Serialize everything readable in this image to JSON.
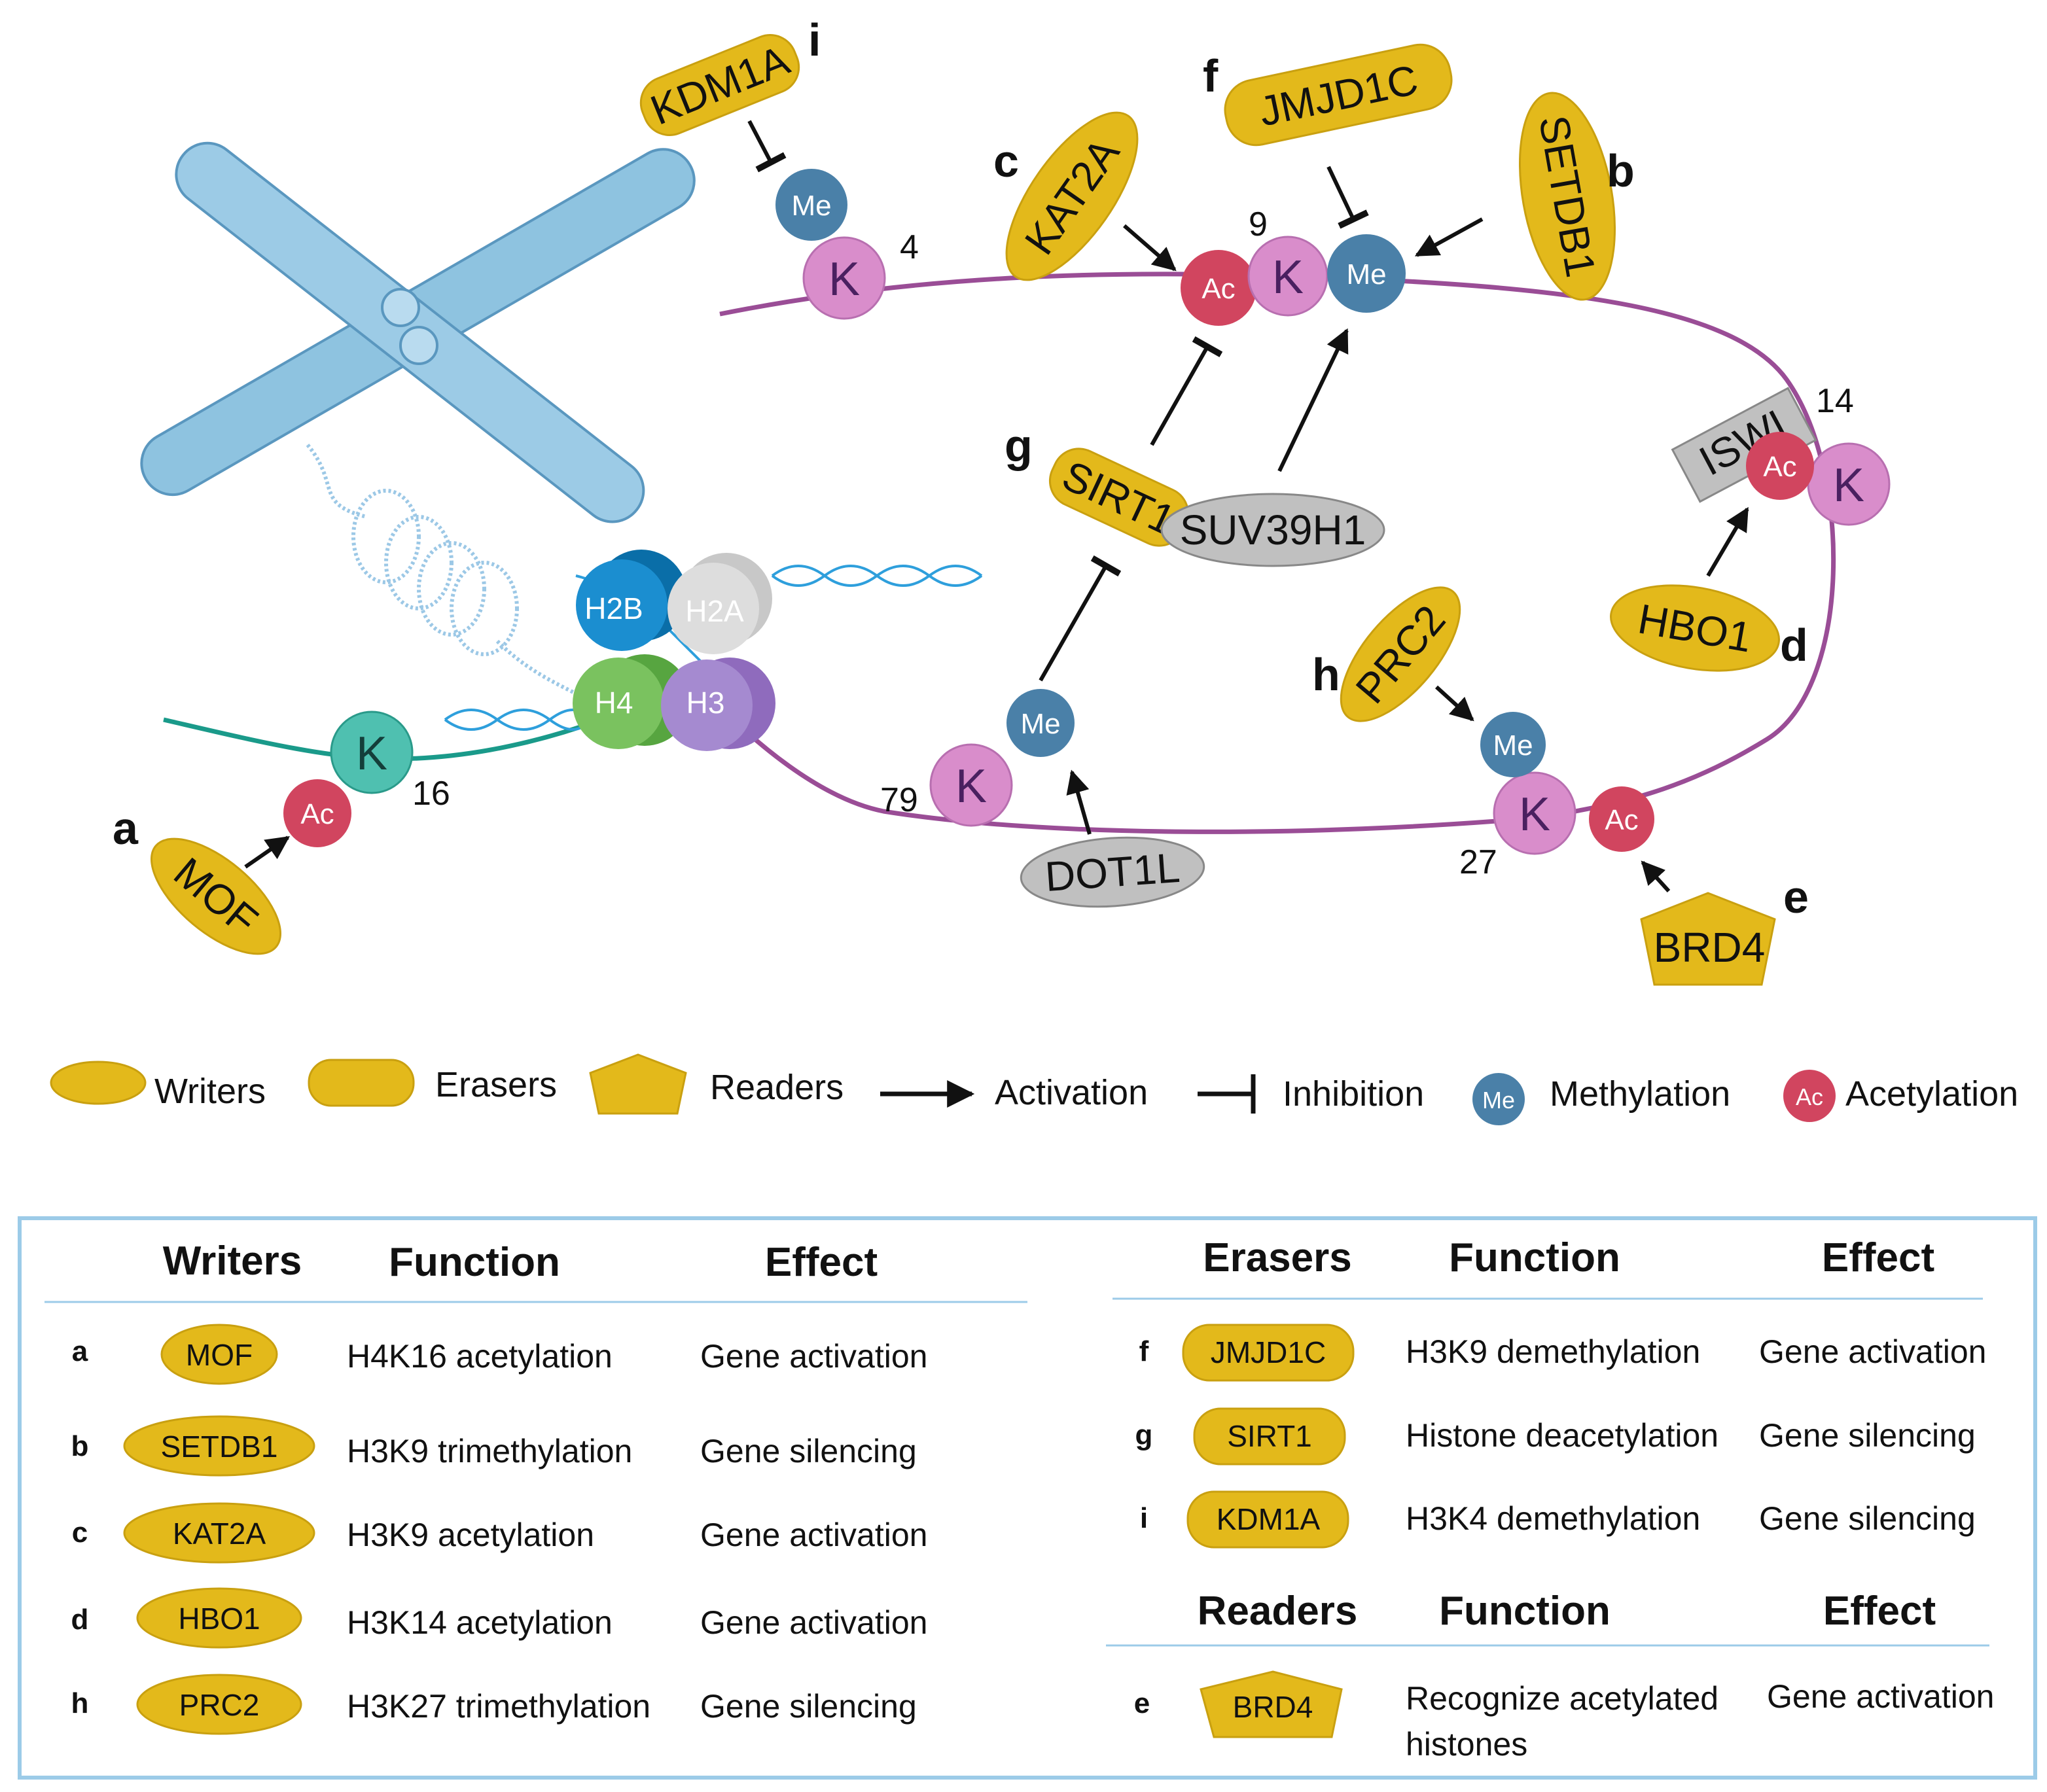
{
  "colors": {
    "enzyme_yellow": "#e3b91b",
    "grey_protein": "#c0c0c0",
    "lysine": "#d98dcb",
    "methyl": "#4a80a8",
    "acetyl": "#d1455f",
    "h3_chain": "#9a4d96",
    "h4_chain": "#1a9a8a",
    "table_border": "#9ccbe8"
  },
  "diagram": {
    "letters": {
      "a": "a",
      "b": "b",
      "c": "c",
      "d": "d",
      "e": "e",
      "f": "f",
      "g": "g",
      "h": "h",
      "i": "i"
    },
    "enzymes": {
      "KDM1A": "KDM1A",
      "JMJD1C": "JMJD1C",
      "KAT2A": "KAT2A",
      "SETDB1": "SETDB1",
      "SIRT1": "SIRT1",
      "SUV39H1": "SUV39H1",
      "ISWI": "ISWI",
      "HBO1": "HBO1",
      "PRC2": "PRC2",
      "MOF": "MOF",
      "DOT1L": "DOT1L",
      "BRD4": "BRD4"
    },
    "histones": {
      "H2B": "H2B",
      "H2A": "H2A",
      "H4": "H4",
      "H3": "H3"
    },
    "residue": "K",
    "me": "Me",
    "ac": "Ac",
    "numbers": {
      "n4": "4",
      "n9": "9",
      "n14": "14",
      "n16": "16",
      "n27": "27",
      "n79": "79"
    }
  },
  "legend": {
    "writers": "Writers",
    "erasers": "Erasers",
    "readers": "Readers",
    "activation": "Activation",
    "inhibition": "Inhibition",
    "methylation": "Methylation",
    "acetylation": "Acetylation",
    "me_icon": "Me",
    "ac_icon": "Ac"
  },
  "table": {
    "writers": {
      "headers": [
        "Writers",
        "Function",
        "Effect"
      ],
      "rows": [
        {
          "letter": "a",
          "name": "MOF",
          "function": "H4K16 acetylation",
          "effect": "Gene activation"
        },
        {
          "letter": "b",
          "name": "SETDB1",
          "function": "H3K9 trimethylation",
          "effect": "Gene silencing"
        },
        {
          "letter": "c",
          "name": "KAT2A",
          "function": "H3K9 acetylation",
          "effect": "Gene activation"
        },
        {
          "letter": "d",
          "name": "HBO1",
          "function": "H3K14 acetylation",
          "effect": "Gene activation"
        },
        {
          "letter": "h",
          "name": "PRC2",
          "function": "H3K27 trimethylation",
          "effect": "Gene silencing"
        }
      ]
    },
    "erasers": {
      "headers": [
        "Erasers",
        "Function",
        "Effect"
      ],
      "rows": [
        {
          "letter": "f",
          "name": "JMJD1C",
          "function": "H3K9 demethylation",
          "effect": "Gene activation"
        },
        {
          "letter": "g",
          "name": "SIRT1",
          "function": "Histone deacetylation",
          "effect": "Gene silencing"
        },
        {
          "letter": "i",
          "name": "KDM1A",
          "function": "H3K4 demethylation",
          "effect": "Gene silencing"
        }
      ]
    },
    "readers": {
      "headers": [
        "Readers",
        "Function",
        "Effect"
      ],
      "rows": [
        {
          "letter": "e",
          "name": "BRD4",
          "function_line1": "Recognize acetylated",
          "function_line2": "histones",
          "effect": "Gene activation"
        }
      ]
    }
  }
}
